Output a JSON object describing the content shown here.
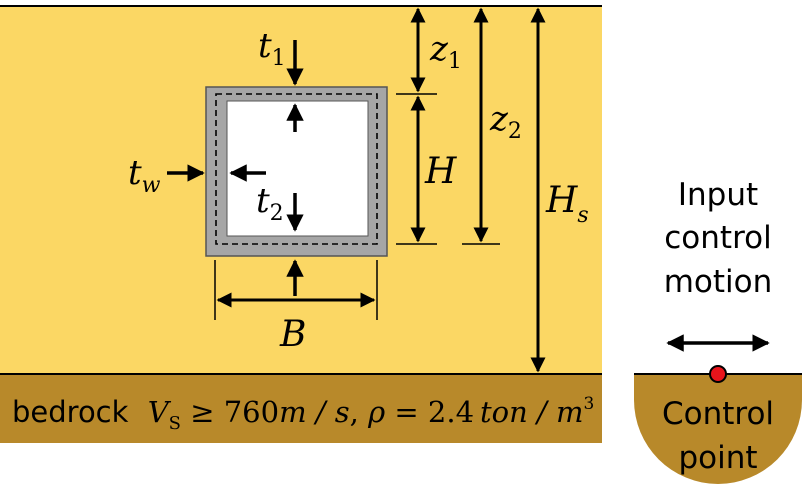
{
  "colors": {
    "soil": "#FBD764",
    "bedrock": "#B8892A",
    "tunnel_wall": "#A6A6A6",
    "tunnel_inner": "#FFFFFF",
    "line": "#000000",
    "control_point": "#E8141B"
  },
  "labels": {
    "t1": {
      "main": "t",
      "sub": "1"
    },
    "t2": {
      "main": "t",
      "sub": "2"
    },
    "tw": {
      "main": "t",
      "sub": "w"
    },
    "z1": {
      "main": "z",
      "sub": "1"
    },
    "z2": {
      "main": "z",
      "sub": "2"
    },
    "H": "H",
    "Hs": {
      "main": "H",
      "sub": "s"
    },
    "B": "B"
  },
  "bedrock": {
    "word": "bedrock",
    "vs_symbol": "V",
    "vs_sub": "S",
    "vs_relation": " ≥ 760",
    "vs_unit": "m / s",
    "separator": ", ",
    "rho_symbol": "ρ",
    "rho_value": " = 2.4",
    "rho_unit": "ton / m",
    "rho_exp": "3"
  },
  "input_motion": [
    "Input",
    "control",
    "motion"
  ],
  "control_point": [
    "Control",
    "point"
  ]
}
